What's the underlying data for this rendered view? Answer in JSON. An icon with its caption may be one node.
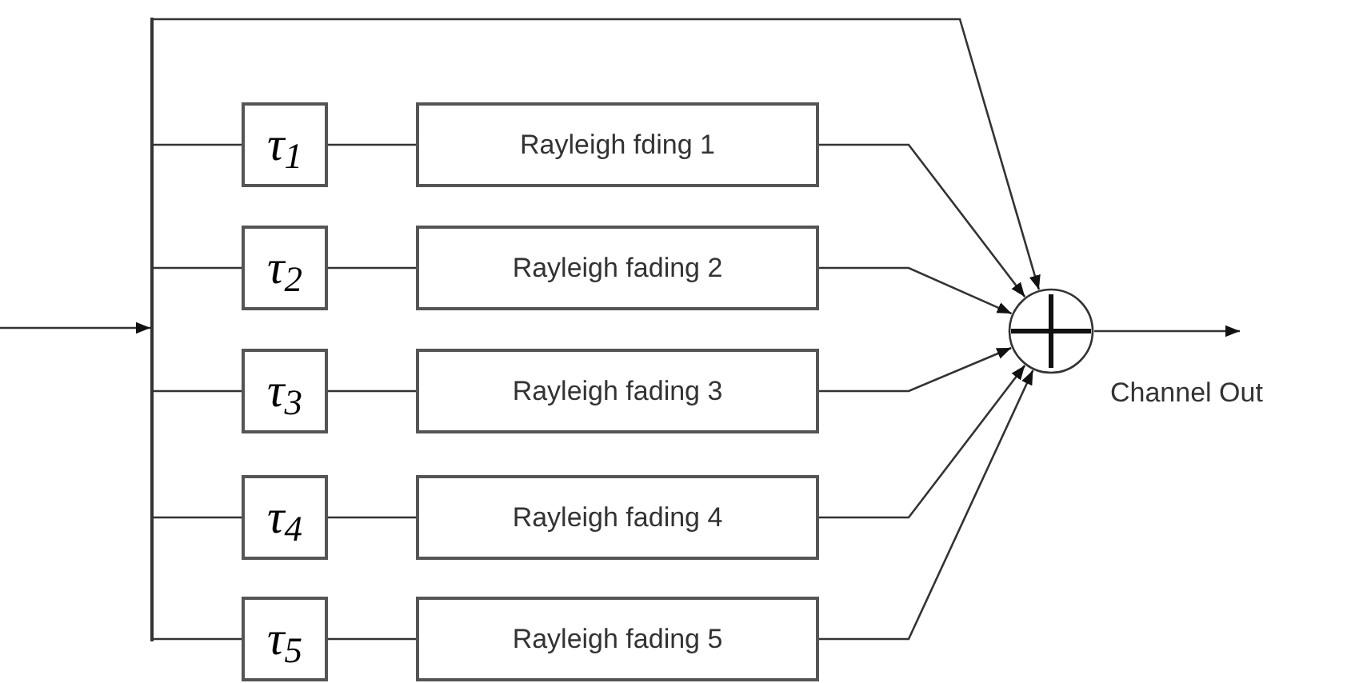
{
  "diagram": {
    "nodes": [
      {
        "text": [],
        "shape": "bar"
      },
      {
        "text": [
          "τ$_{1}$"
        ]
      },
      {
        "text": [
          "τ$_{2}$"
        ]
      },
      {
        "text": [
          "τ$_{3}$"
        ]
      },
      {
        "text": [
          "τ$_{4}$"
        ]
      },
      {
        "text": [
          "τ$_{5}$"
        ]
      },
      {
        "text": [
          "Rayleigh fding 1"
        ]
      },
      {
        "text": [
          "Rayleigh fading 2"
        ]
      },
      {
        "text": [
          "Rayleigh fading 3"
        ]
      },
      {
        "text": [
          "Rayleigh fading 4"
        ]
      },
      {
        "text": [
          "Rayleigh fading 5"
        ]
      },
      {
        "text": [],
        "shape": "circle"
      }
    ],
    "edges": [
      {
        "from": null,
        "to": 0,
        "arrow": "to"
      },
      {
        "from": 0,
        "to": 1,
        "arrow": "none"
      },
      {
        "from": 0,
        "to": 2,
        "arrow": "none"
      },
      {
        "from": 0,
        "to": 3,
        "arrow": "none"
      },
      {
        "from": 0,
        "to": 4,
        "arrow": "none"
      },
      {
        "from": 0,
        "to": 5,
        "arrow": "none"
      },
      {
        "from": 1,
        "to": 6,
        "arrow": "none"
      },
      {
        "from": 2,
        "to": 7,
        "arrow": "none"
      },
      {
        "from": 3,
        "to": 8,
        "arrow": "none"
      },
      {
        "from": 4,
        "to": 9,
        "arrow": "none"
      },
      {
        "from": 5,
        "to": 10,
        "arrow": "none"
      },
      {
        "from": 0,
        "to": 11,
        "arrow": "to"
      },
      {
        "from": 6,
        "to": 11,
        "arrow": "to"
      },
      {
        "from": 7,
        "to": 11,
        "arrow": "to"
      },
      {
        "from": 8,
        "to": 11,
        "arrow": "to"
      },
      {
        "from": 9,
        "to": 11,
        "arrow": "to"
      },
      {
        "from": 10,
        "to": 11,
        "arrow": "to"
      },
      {
        "from": 11,
        "to": null,
        "arrow": "to"
      }
    ],
    "labels": [
      "Channel Out"
    ]
  }
}
